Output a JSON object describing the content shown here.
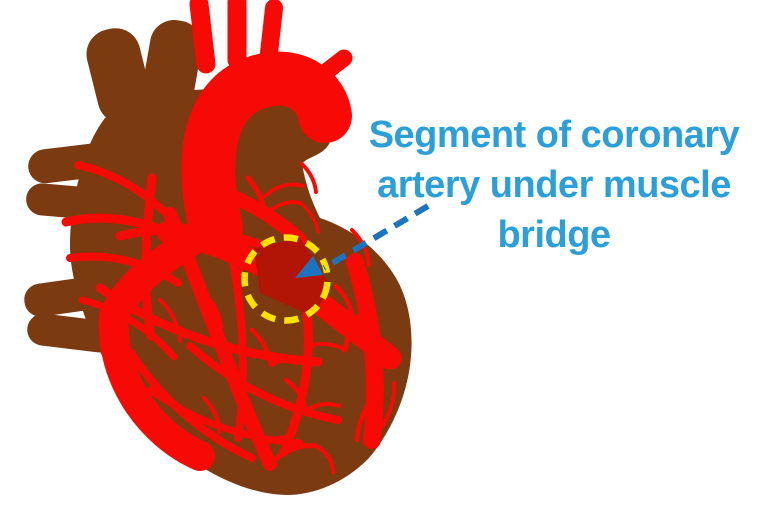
{
  "label": {
    "lines": [
      "Segment of coronary",
      "artery under muscle",
      "bridge"
    ]
  },
  "colors": {
    "background": "#FFFFFF",
    "heart_muscle_brown": "#7B3A10",
    "artery_red": "#F70A06",
    "bridged_artery_dark_red": "#B21505",
    "highlight_yellow": "#FFE100",
    "arrow_blue": "#1C74BE",
    "label_blue": "#2B9FD9"
  }
}
